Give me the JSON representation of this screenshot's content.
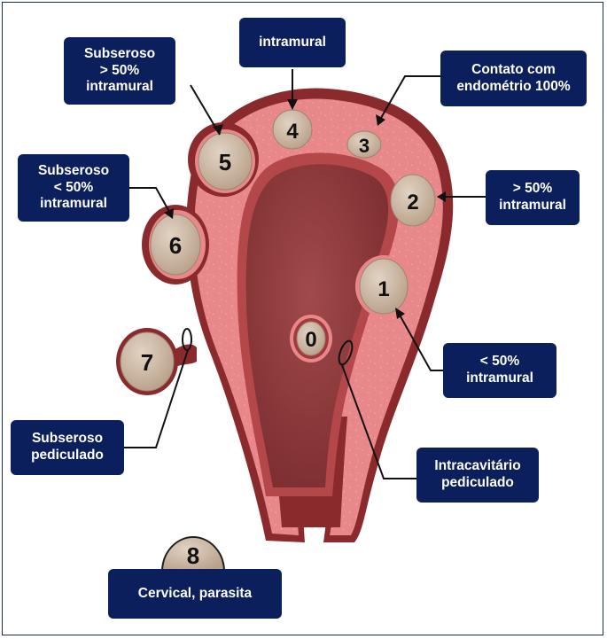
{
  "fibroids": {
    "f0": "0",
    "f1": "1",
    "f2": "2",
    "f3": "3",
    "f4": "4",
    "f5": "5",
    "f6": "6",
    "f7": "7",
    "f8": "8"
  },
  "labels": {
    "subserous_gt50": "Subseroso\n> 50%\nintramural",
    "intramural": "intramural",
    "endometrium_contact": "Contato com\nendométrio 100%",
    "subserous_lt50": "Subseroso\n< 50%\nintramural",
    "gt50_intramural": "> 50%\nintramural",
    "lt50_intramural": "< 50%\nintramural",
    "subserous_pedunculated": "Subseroso\npediculado",
    "intracavitary_pedunculated": "Intracavitário\npediculado",
    "cervical_parasitic": "Cervical, parasita"
  },
  "colors": {
    "label_bg": "#0b1f5c",
    "wall": "#e8888a",
    "serosa": "#8b2a2c",
    "cavity": "#8e3a3c",
    "fibroid": "#c9b49f"
  }
}
